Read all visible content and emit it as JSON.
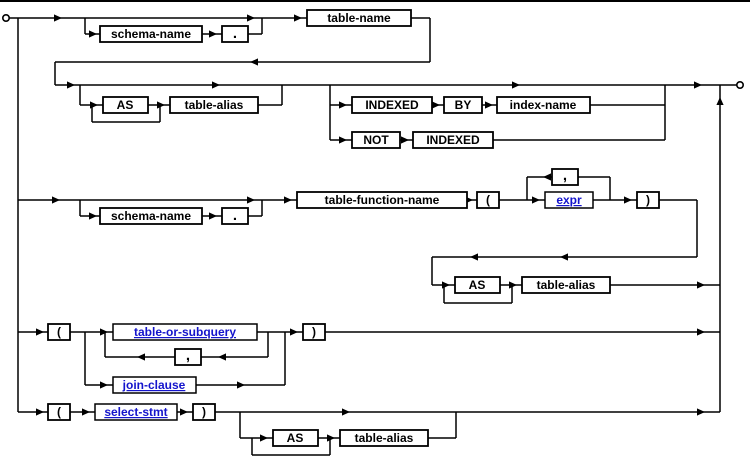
{
  "diagram": {
    "kind": "railroad-syntax-diagram",
    "name": "table-or-subquery"
  },
  "colors": {
    "line": "#000000",
    "keyword_text": "#000000",
    "link_text": "#1414cc",
    "node_fill": "#ffffff"
  },
  "labels": {
    "b1_schema_name": "schema-name",
    "b1_dot": ".",
    "b1_table_name": "table-name",
    "b1_as": "AS",
    "b1_table_alias": "table-alias",
    "b1_indexed": "INDEXED",
    "b1_by": "BY",
    "b1_index_name": "index-name",
    "b1_not": "NOT",
    "b1_not_indexed": "INDEXED",
    "b2_schema_name": "schema-name",
    "b2_dot": ".",
    "b2_table_function_name": "table-function-name",
    "b2_lparen": "(",
    "b2_comma": ",",
    "b2_expr": "expr",
    "b2_rparen": ")",
    "b2_as": "AS",
    "b2_table_alias": "table-alias",
    "b3_lparen": "(",
    "b3_table_or_subquery": "table-or-subquery",
    "b3_comma": ",",
    "b3_join_clause": "join-clause",
    "b3_rparen": ")",
    "b4_lparen": "(",
    "b4_select_stmt": "select-stmt",
    "b4_rparen": ")",
    "b4_as": "AS",
    "b4_table_alias": "table-alias"
  }
}
